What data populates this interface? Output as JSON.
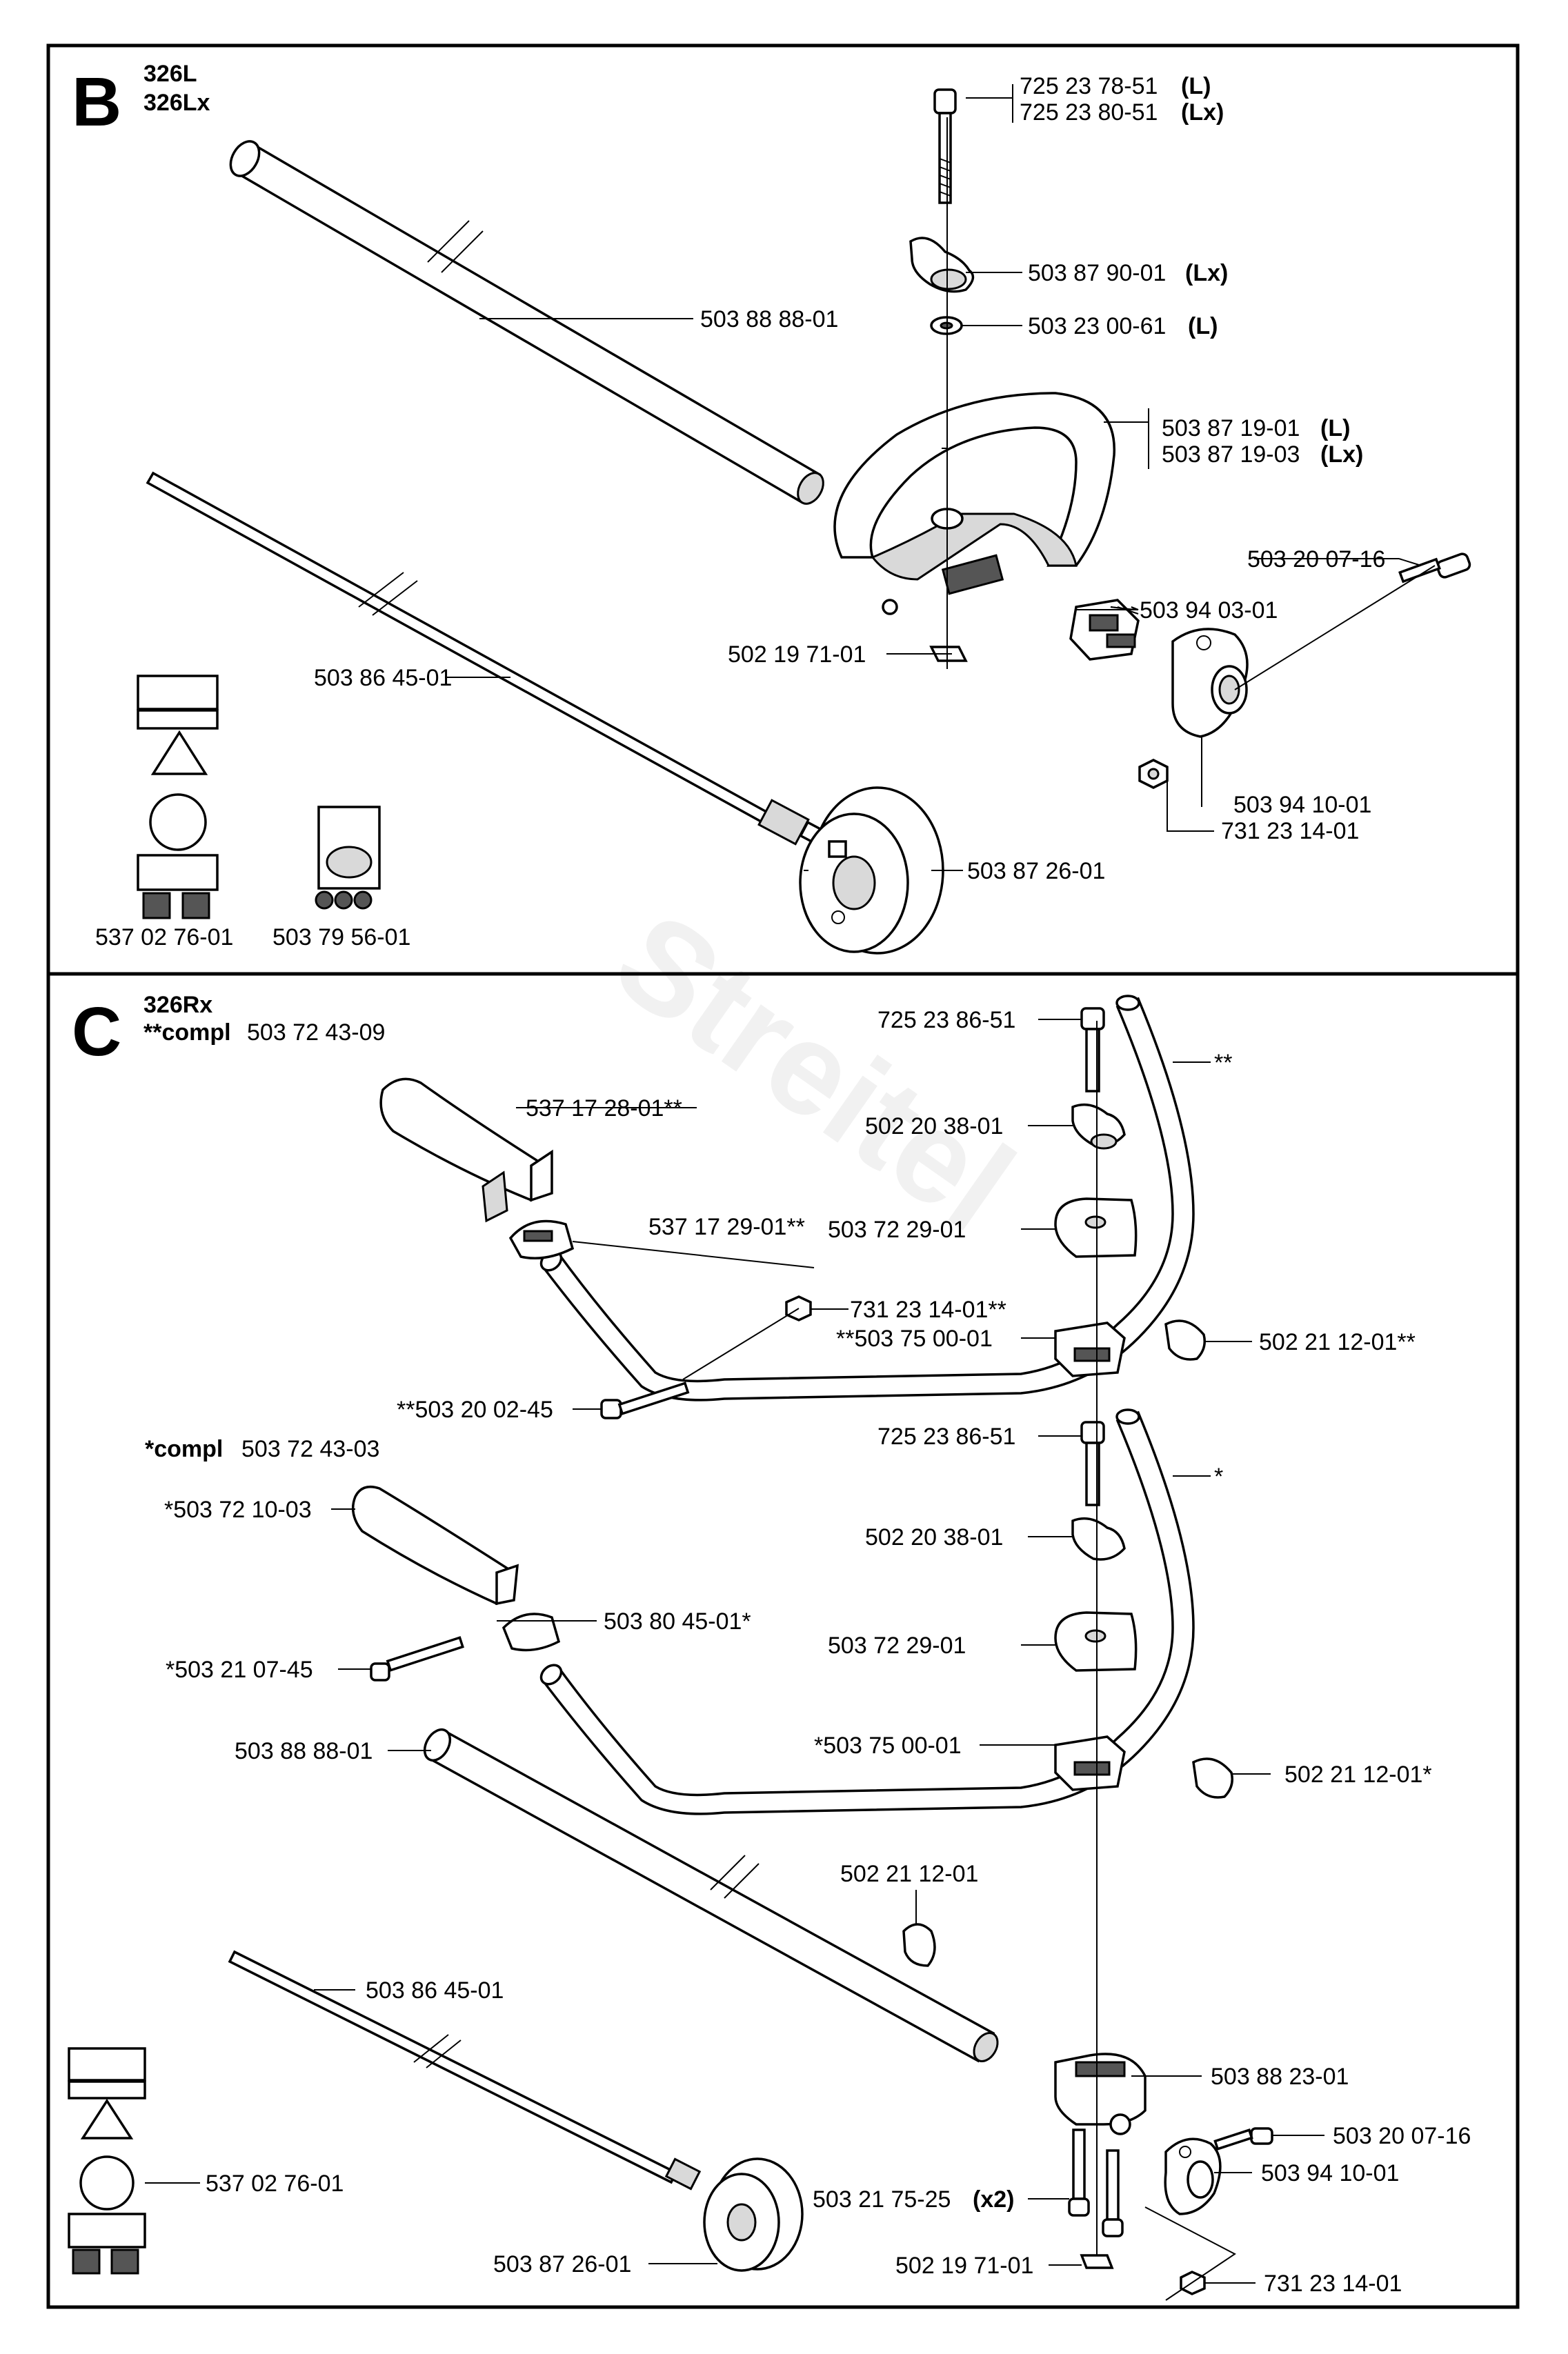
{
  "watermark": "Streitel",
  "section_b": {
    "letter": "B",
    "models": [
      "326L",
      "326Lx"
    ],
    "labels": {
      "bolt_l": "725 23 78-51",
      "bolt_l_suffix": "(L)",
      "bolt_lx": "725 23 80-51",
      "bolt_lx_suffix": "(Lx)",
      "knob": "503 87 90-01",
      "knob_suffix": "(Lx)",
      "washer": "503 23 00-61",
      "washer_suffix": "(L)",
      "handle_l": "503 87 19-01",
      "handle_l_suffix": "(L)",
      "handle_lx": "503 87 19-03",
      "handle_lx_suffix": "(Lx)",
      "tube": "503 88 88-01",
      "screw": "503 20 07-16",
      "bracket": "503 94 03-01",
      "nut_plate": "502 19 71-01",
      "shaft": "503 86 45-01",
      "clamp": "503 94 10-01",
      "nut": "731 23 14-01",
      "guard_drum": "503 87 26-01",
      "decal_1": "537 02 76-01",
      "decal_2": "503 79 56-01"
    }
  },
  "section_c": {
    "letter": "C",
    "model": "326Rx",
    "kit_a_prefix": "**compl",
    "kit_a_number": "503 72 43-09",
    "kit_b_prefix": "*compl",
    "kit_b_number": "503 72 43-03",
    "labels": {
      "bolt_a": "725 23 86-51",
      "marker_a": "**",
      "grip_a": "537 17 28-01**",
      "knob_a": "502 20 38-01",
      "lever_a": "537 17 29-01**",
      "block_a": "503 72 29-01",
      "nut_a": "731 23 14-01**",
      "clamp_a": "**503 75 00-01",
      "knob_side_a": "502 21 12-01**",
      "screw_a": "**503 20 02-45",
      "bolt_b": "725 23 86-51",
      "marker_b": "*",
      "grip_b": "*503 72 10-03",
      "knob_b": "502 20 38-01",
      "lever_b": "503 80 45-01*",
      "screw_b": "*503 21 07-45",
      "block_b": "503 72 29-01",
      "tube": "503 88 88-01",
      "clamp_b": "*503 75 00-01",
      "knob_side_b": "502 21 12-01*",
      "knob_tube": "502 21 12-01",
      "shaft": "503 86 45-01",
      "bracket": "503 88 23-01",
      "screw_right": "503 20 07-16",
      "decal": "537 02 76-01",
      "clamp_right": "503 94 10-01",
      "bolts": "503 21 75-25",
      "bolts_suffix": "(x2)",
      "nut_plate": "502 19 71-01",
      "guard_drum": "503 87 26-01",
      "nut": "731 23 14-01"
    }
  }
}
